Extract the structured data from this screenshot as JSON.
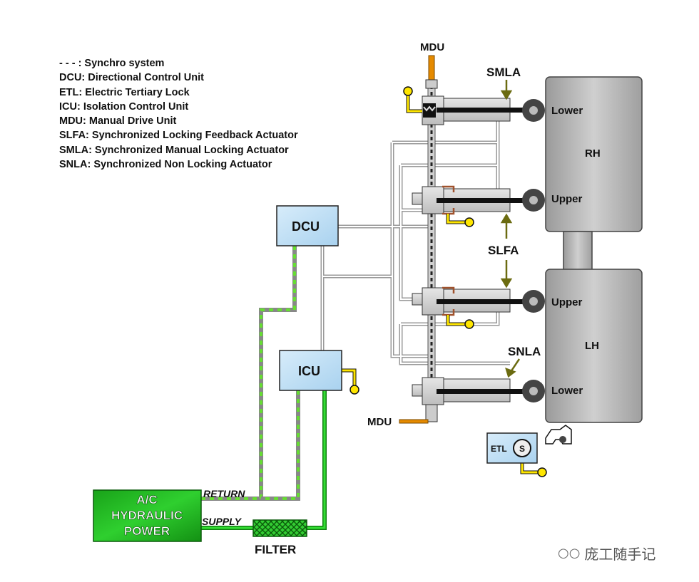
{
  "legend": [
    "- - - : Synchro system",
    "DCU: Directional Control Unit",
    "ETL: Electric Tertiary Lock",
    "ICU: Isolation Control Unit",
    "MDU: Manual Drive Unit",
    "SLFA: Synchronized Locking Feedback Actuator",
    "SMLA: Synchronized Manual Locking Actuator",
    "SNLA: Synchronized Non Locking Actuator"
  ],
  "labels": {
    "mdu_top": "MDU",
    "mdu_bottom": "MDU",
    "smla": "SMLA",
    "slfa": "SLFA",
    "snla": "SNLA",
    "dcu": "DCU",
    "icu": "ICU",
    "etl": "ETL",
    "etl_s": "S",
    "rh": "RH",
    "lh": "LH",
    "rh_lower": "Lower",
    "rh_upper": "Upper",
    "lh_upper": "Upper",
    "lh_lower": "Lower",
    "return": "RETURN",
    "supply": "SUPPLY",
    "filter": "FILTER",
    "hydraulic_line1": "A/C",
    "hydraulic_line2": "HYDRAULIC",
    "hydraulic_line3": "POWER"
  },
  "watermark": "庞工随手记",
  "colors": {
    "supply_line": "#22bb22",
    "return_line_dash": "#66dd33",
    "synchro": "#222222",
    "box_fill": "#b9dcf3",
    "pointer": "#6b6b10",
    "yellow": "#ffe600",
    "mdu_rod": "#e58a00"
  }
}
